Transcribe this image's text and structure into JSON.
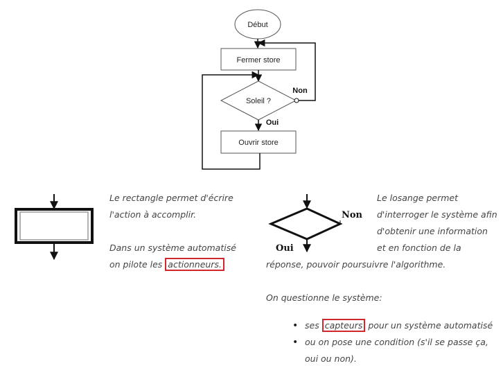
{
  "flowchart": {
    "start": "Début",
    "close": "Fermer store",
    "decision": "Soleil ?",
    "no": "Non",
    "yes": "Oui",
    "open": "Ouvrir store"
  },
  "rect_symbol_text": {
    "line1": "Le rectangle permet d'écrire",
    "line2": "l'action à accomplir.",
    "line3": "Dans un système automatisé",
    "line4_pre": "on pilote les ",
    "line4_hl": "actionneurs."
  },
  "diamond_symbol": {
    "no": "Non",
    "yes": "Oui"
  },
  "diamond_text": {
    "line1": "Le losange permet",
    "line2": "d'interroger le système afin",
    "line3": "d'obtenir une information",
    "line4": "et en fonction de la",
    "line5": "réponse, pouvoir poursuivre l'algorithme.",
    "line6": "On questionne le système:",
    "bullets": [
      {
        "pre": "ses ",
        "hl": "capteurs",
        "post": " pour un système automatisé"
      },
      {
        "line1": "ou on pose une condition (s'il se passe ça,",
        "line2": "oui ou non)."
      }
    ]
  }
}
